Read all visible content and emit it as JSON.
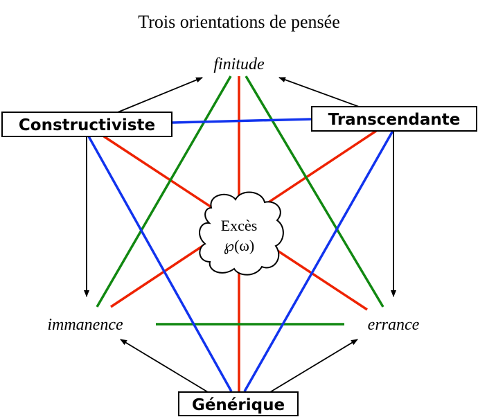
{
  "title": "Trois orientations de pensée",
  "nodes": {
    "finitude": "finitude",
    "immanence": "immanence",
    "errance": "errance",
    "constructiviste": "Constructiviste",
    "transcendante": "Transcendante",
    "generique": "Générique"
  },
  "center": {
    "line1": "Excès",
    "line2": "℘(ω)"
  },
  "colors": {
    "red": "#ee2200",
    "green": "#118811",
    "blue": "#1133ee",
    "black": "#000000"
  }
}
